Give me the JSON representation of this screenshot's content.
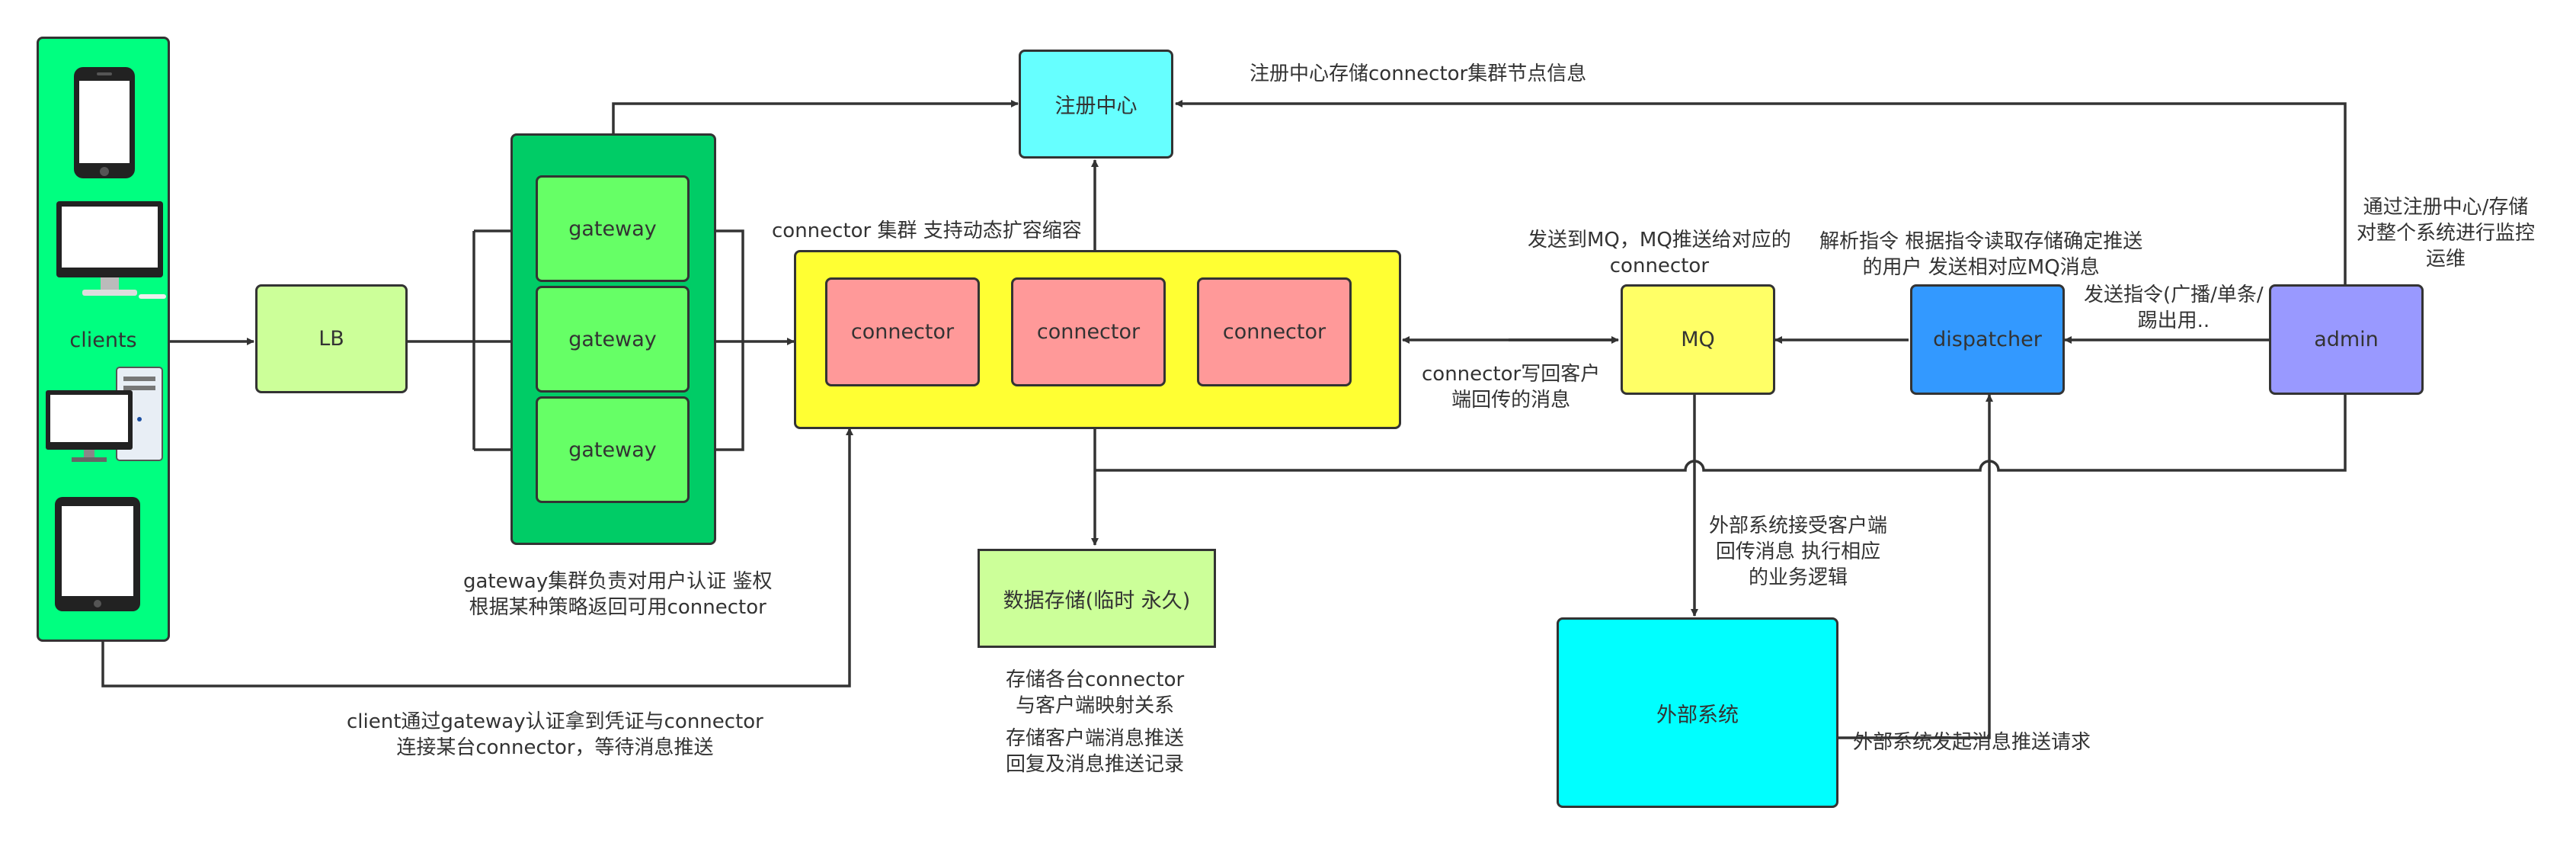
{
  "colors": {
    "clients": "#00ff80",
    "lb": "#ccff99",
    "gateway_group": "#00cc66",
    "gateway": "#66ff66",
    "registry": "#66ffff",
    "cluster": "#ffff33",
    "connector": "#ff9999",
    "storage": "#ccff99",
    "mq": "#ffff66",
    "dispatcher": "#3399ff",
    "admin": "#9999ff",
    "external": "#00ffff"
  },
  "nodes": {
    "clients": "clients",
    "lb": "LB",
    "gateways": [
      "gateway",
      "gateway",
      "gateway"
    ],
    "registry": "注册中心",
    "connectors": [
      "connector",
      "connector",
      "connector"
    ],
    "storage": "数据存储(临时 永久)",
    "mq": "MQ",
    "dispatcher": "dispatcher",
    "admin": "admin",
    "external": "外部系统"
  },
  "devices": [
    "phone-icon",
    "monitor-icon",
    "desktop-pc-icon",
    "tablet-icon"
  ],
  "notes": {
    "registry_note": "注册中心存储connector集群节点信息",
    "cluster_note": "connector 集群 支持动态扩容缩容",
    "gateway_note": [
      "gateway集群负责对用户认证 鉴权",
      "根据某种策略返回可用connector"
    ],
    "client_note": [
      "client通过gateway认证拿到凭证与connector",
      "连接某台connector，等待消息推送"
    ],
    "storage_note_1": [
      "存储各台connector",
      "与客户端映射关系"
    ],
    "storage_note_2": [
      "存储客户端消息推送",
      "回复及消息推送记录"
    ],
    "mq_note": [
      "发送到MQ，MQ推送给对应的",
      "connector"
    ],
    "writeback_note": [
      "connector写回客户",
      "端回传的消息"
    ],
    "dispatcher_note": [
      "解析指令 根据指令读取存储确定推送",
      "的用户 发送相对应MQ消息"
    ],
    "admin_cmd_note": [
      "发送指令(广播/单条/",
      "踢出用.."
    ],
    "admin_note": [
      "通过注册中心/存储",
      "对整个系统进行监控",
      "运维"
    ],
    "external_note": [
      "外部系统接受客户端",
      "回传消息 执行相应",
      "的业务逻辑"
    ],
    "external_req_note": "外部系统发起消息推送请求"
  }
}
